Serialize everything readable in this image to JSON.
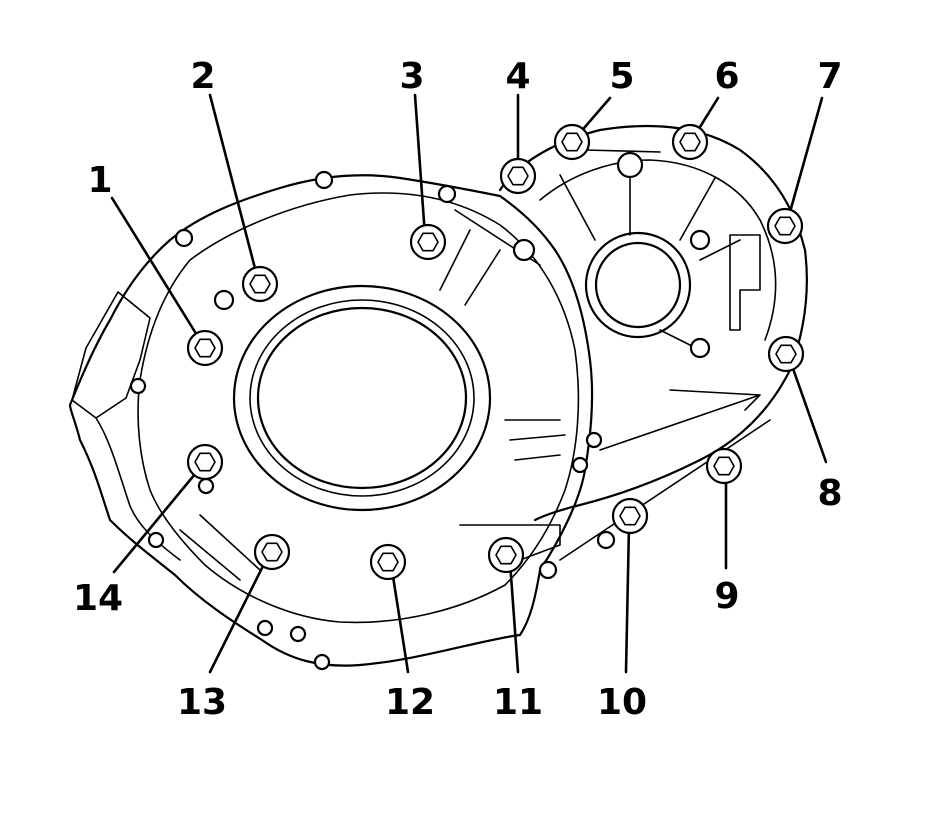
{
  "bolt_labels": [
    "1",
    "2",
    "3",
    "4",
    "5",
    "6",
    "7",
    "8",
    "9",
    "10",
    "11",
    "12",
    "13",
    "14"
  ],
  "colors": {
    "line": "#000000",
    "background": "#ffffff"
  }
}
